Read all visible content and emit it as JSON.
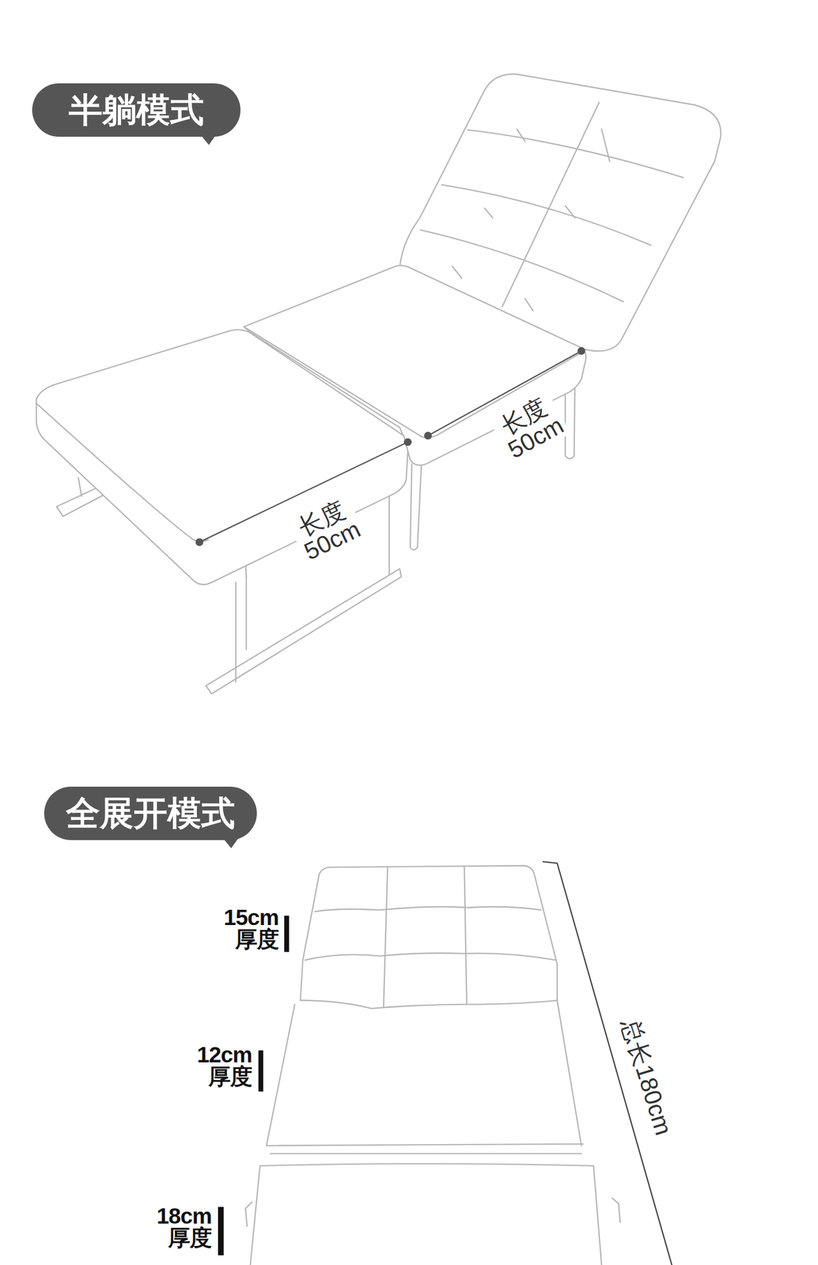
{
  "diagram": {
    "nodes": [
      {
        "text": [
          "半躺模式"
        ]
      },
      {
        "text": [
          "全展开模式"
        ]
      }
    ],
    "labels": [
      "长度 50cm",
      "长度 50cm",
      "15cm 厚度",
      "12cm 厚度",
      "18cm 厚度",
      "总长180cm"
    ]
  }
}
